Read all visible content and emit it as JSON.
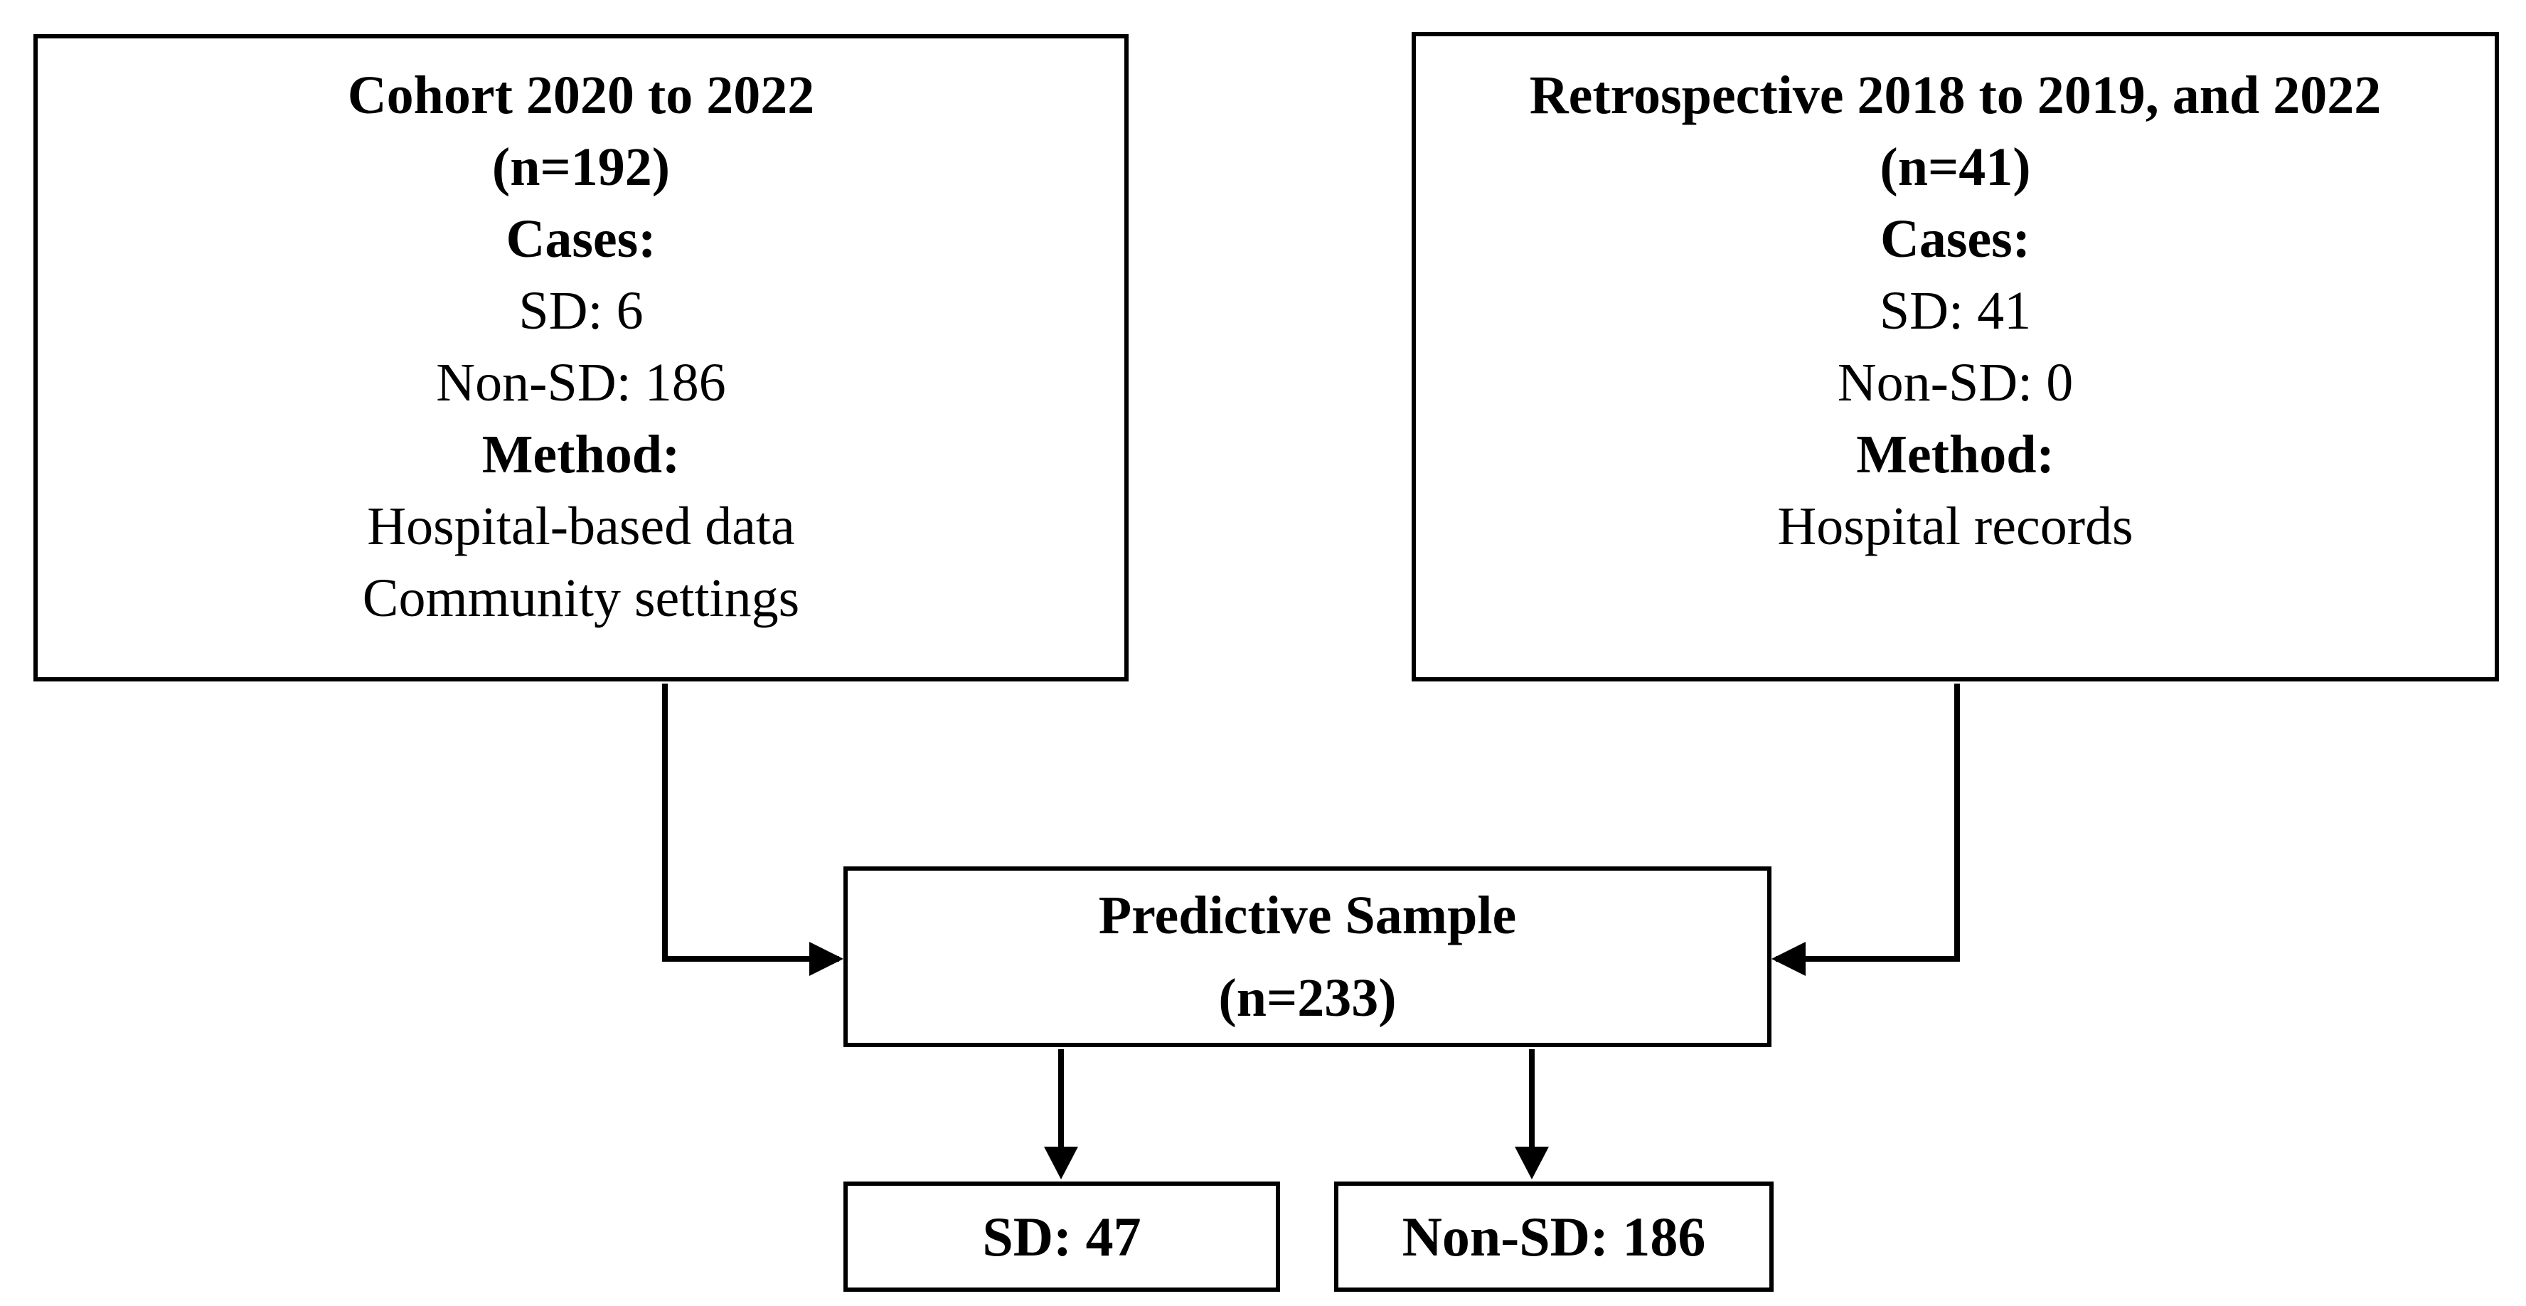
{
  "flowchart": {
    "cohort_box": {
      "title": "Cohort 2020 to 2022",
      "sample_size": "(n=192)",
      "cases_heading": "Cases:",
      "sd_count": "SD: 6",
      "non_sd_count": "Non-SD: 186",
      "method_heading": "Method:",
      "method_source_1": "Hospital-based data",
      "method_source_2": "Community settings"
    },
    "retrospective_box": {
      "title": "Retrospective 2018 to 2019, and 2022",
      "sample_size": "(n=41)",
      "cases_heading": "Cases:",
      "sd_count": "SD: 41",
      "non_sd_count": "Non-SD: 0",
      "method_heading": "Method:",
      "method_source_1": "Hospital records"
    },
    "predictive_box": {
      "title": "Predictive Sample",
      "sample_size": "(n=233)"
    },
    "outcome_sd_box": {
      "label": "SD: 47"
    },
    "outcome_non_sd_box": {
      "label": "Non-SD: 186"
    },
    "colors": {
      "line": "#000000",
      "text": "#000000",
      "background": "#ffffff"
    }
  }
}
